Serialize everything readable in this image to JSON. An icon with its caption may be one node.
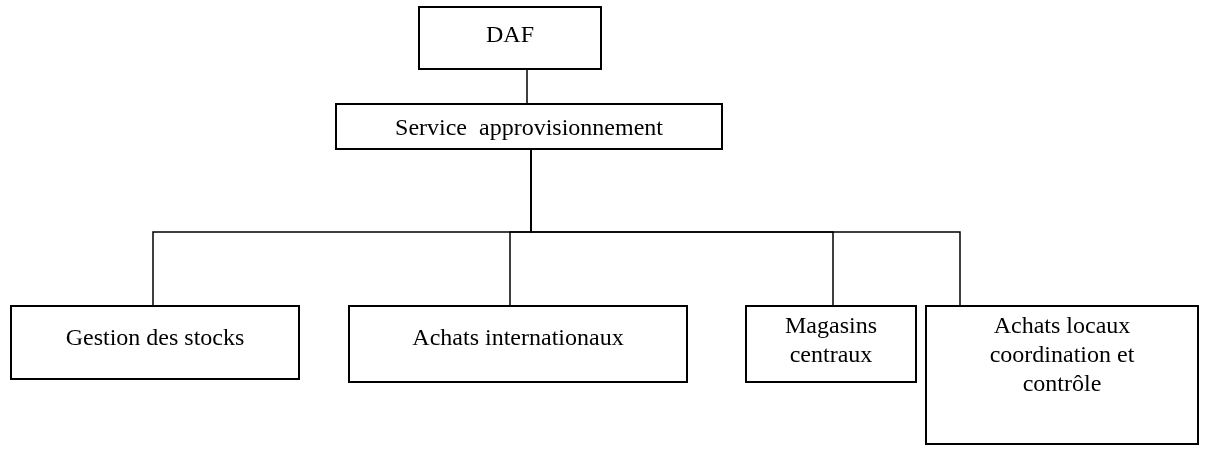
{
  "diagram": {
    "nodes": [
      {
        "text": [
          "DAF"
        ]
      },
      {
        "text": [
          "Service  approvisionnement"
        ]
      },
      {
        "text": [
          "Gestion des stocks"
        ]
      },
      {
        "text": [
          "Achats internationaux"
        ]
      },
      {
        "text": [
          "Magasins centraux"
        ]
      },
      {
        "text": [
          "Achats locaux coordination et contrôle"
        ]
      }
    ],
    "edges": [
      {
        "from": 0,
        "to": 1,
        "arrow": "none"
      },
      {
        "from": 1,
        "to": 2,
        "arrow": "none"
      },
      {
        "from": 1,
        "to": 3,
        "arrow": "none"
      },
      {
        "from": 1,
        "to": 4,
        "arrow": "none"
      },
      {
        "from": 1,
        "to": 5,
        "arrow": "none"
      }
    ]
  }
}
